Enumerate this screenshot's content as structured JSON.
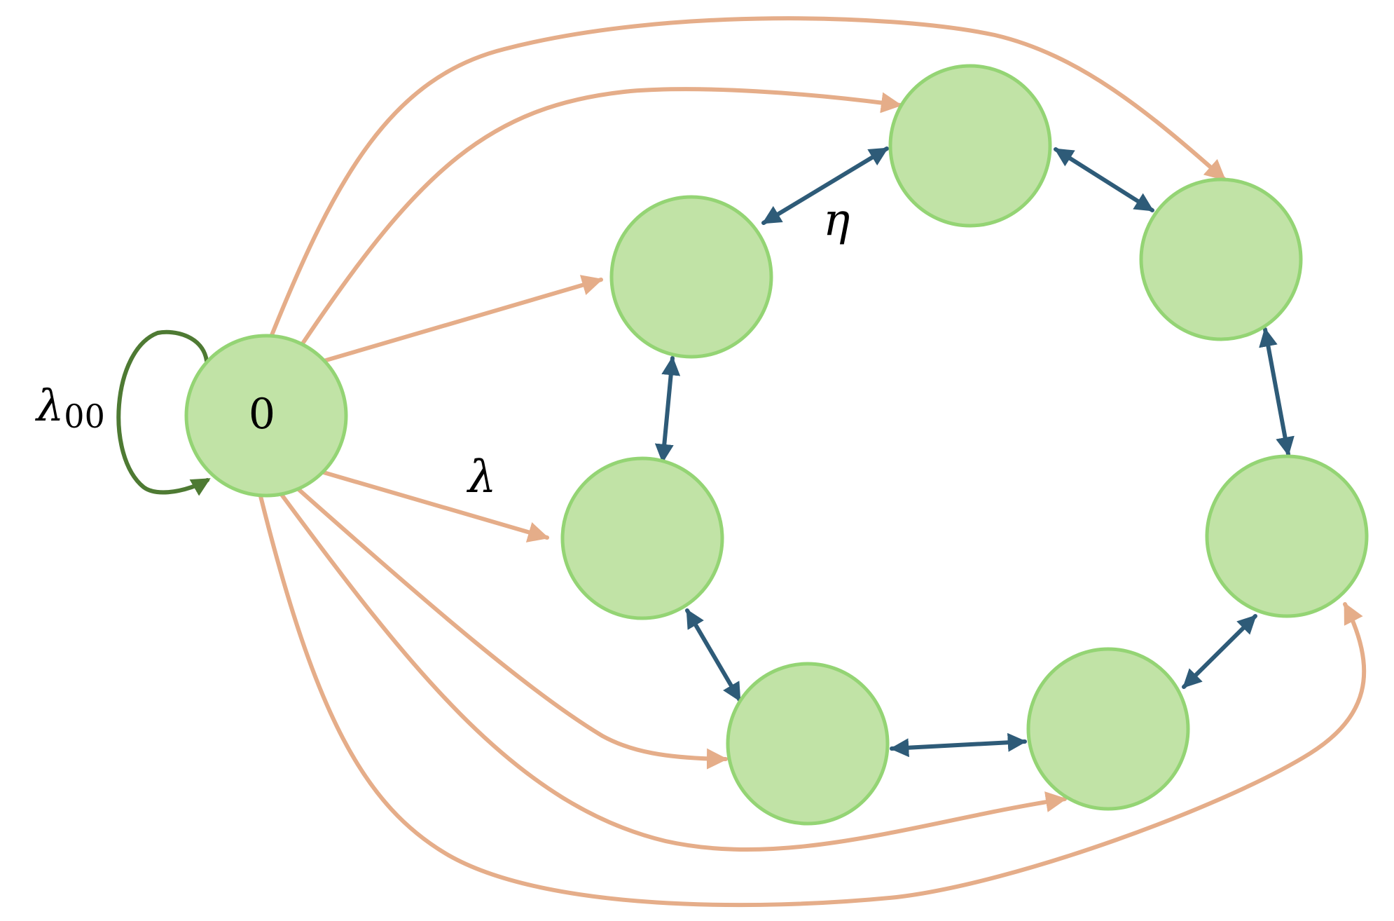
{
  "colors": {
    "node_fill": "#c1e3a6",
    "node_stroke": "#94d474",
    "source_edge": "#e5ad89",
    "cycle_edge": "#2e5b78",
    "self_loop": "#4e7a33"
  },
  "nodes": [
    {
      "id": "n0",
      "label": "0"
    },
    {
      "id": "n1",
      "label": ""
    },
    {
      "id": "n2",
      "label": ""
    },
    {
      "id": "n3",
      "label": ""
    },
    {
      "id": "n4",
      "label": ""
    },
    {
      "id": "n5",
      "label": ""
    },
    {
      "id": "n6",
      "label": ""
    },
    {
      "id": "n7",
      "label": ""
    }
  ],
  "edges": {
    "self_loop": {
      "from": "n0",
      "to": "n0",
      "label_main": "λ",
      "label_sub": "00"
    },
    "from_source_label": "λ",
    "cycle_label": "η",
    "source_targets": [
      "n1",
      "n2",
      "n3",
      "n4",
      "n5",
      "n6",
      "n7"
    ],
    "cycle_pairs": [
      [
        "n1",
        "n2"
      ],
      [
        "n2",
        "n3"
      ],
      [
        "n3",
        "n4"
      ],
      [
        "n4",
        "n5"
      ],
      [
        "n5",
        "n6"
      ],
      [
        "n6",
        "n7"
      ],
      [
        "n7",
        "n1"
      ]
    ]
  }
}
